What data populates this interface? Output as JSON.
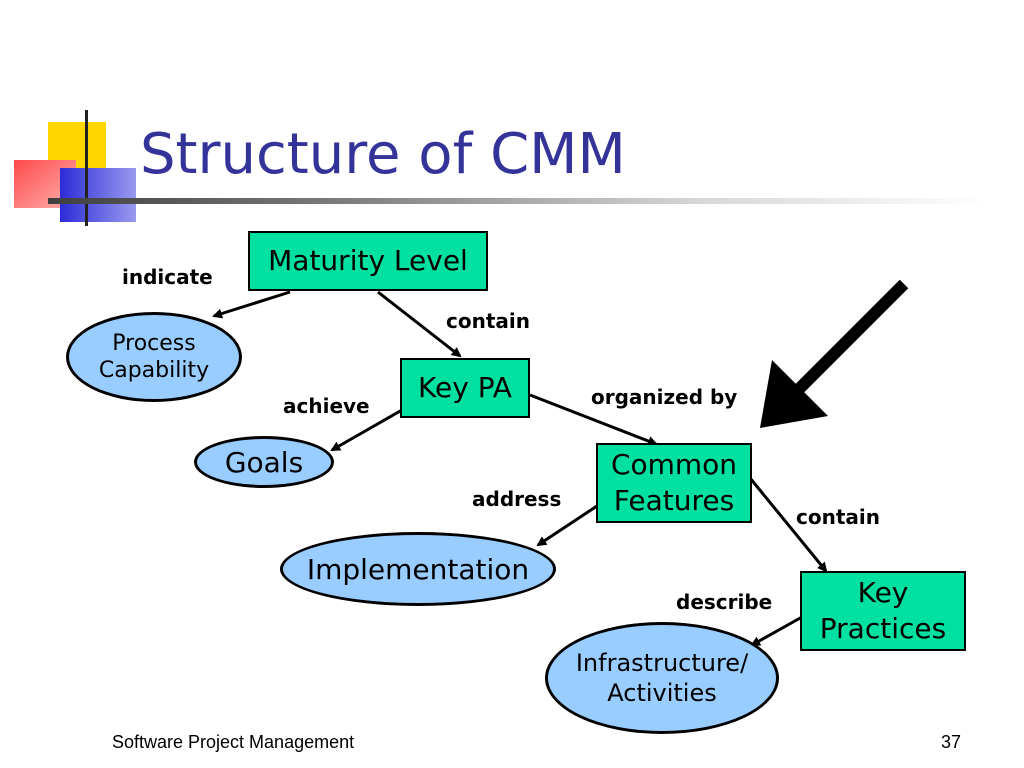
{
  "slide": {
    "title": "Structure of CMM",
    "footer_left": "Software Project Management",
    "page_number": "37"
  },
  "diagram": {
    "nodes": {
      "maturity_level": "Maturity Level",
      "process_capability": "Process\nCapability",
      "key_pa": "Key PA",
      "goals": "Goals",
      "common_features": "Common\nFeatures",
      "implementation": "Implementation",
      "key_practices": "Key\nPractices",
      "infrastructure_activities": "Infrastructure/\nActivities"
    },
    "edges": {
      "indicate": "indicate",
      "contain_1": "contain",
      "achieve": "achieve",
      "organized_by": "organized by",
      "address": "address",
      "contain_2": "contain",
      "describe": "describe"
    }
  },
  "colors": {
    "title": "#333399",
    "box_fill": "#00e0a0",
    "ellipse_fill": "#99ccff"
  }
}
